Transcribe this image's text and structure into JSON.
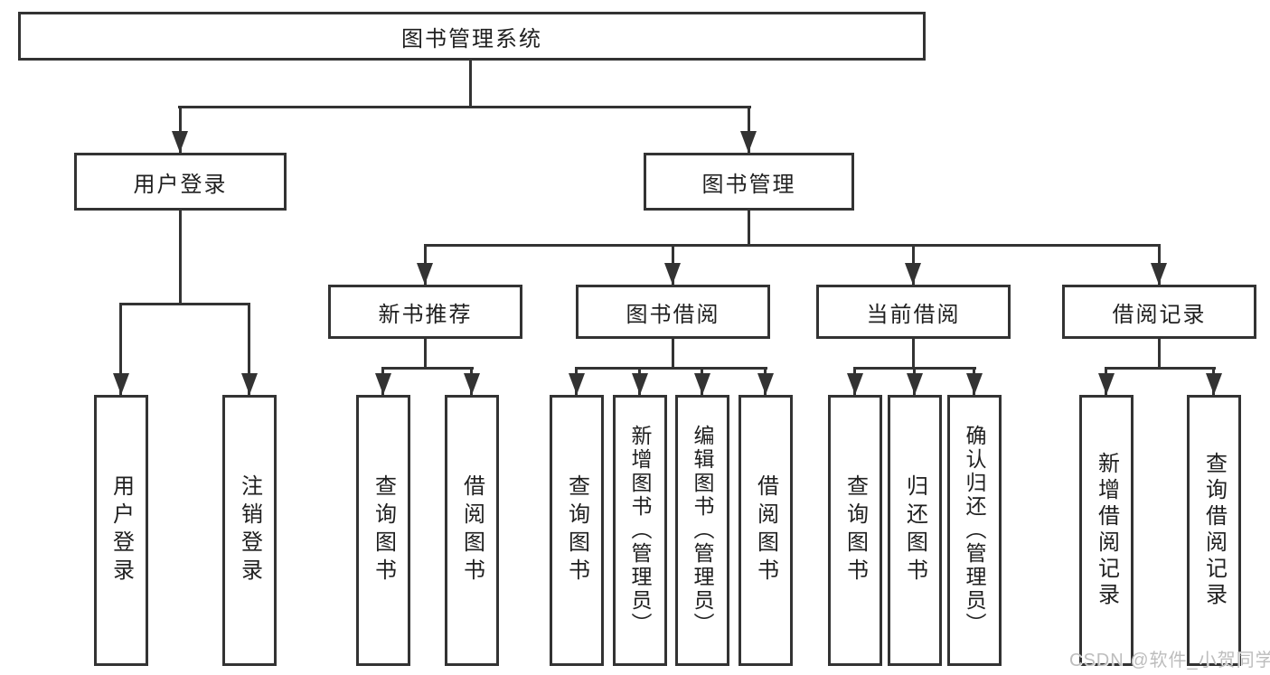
{
  "diagram": {
    "root": {
      "label": "图书管理系统"
    },
    "level2": [
      {
        "label": "用户登录",
        "children": [
          {
            "label": "用户登录"
          },
          {
            "label": "注销登录"
          }
        ]
      },
      {
        "label": "图书管理",
        "children": [
          {
            "label": "新书推荐",
            "children": [
              {
                "label": "查询图书"
              },
              {
                "label": "借阅图书"
              }
            ]
          },
          {
            "label": "图书借阅",
            "children": [
              {
                "label": "查询图书"
              },
              {
                "label": "新增图书（管理员）"
              },
              {
                "label": "编辑图书（管理员）"
              },
              {
                "label": "借阅图书"
              }
            ]
          },
          {
            "label": "当前借阅",
            "children": [
              {
                "label": "查询图书"
              },
              {
                "label": "归还图书"
              },
              {
                "label": "确认归还（管理员）"
              }
            ]
          },
          {
            "label": "借阅记录",
            "children": [
              {
                "label": "新增借阅记录"
              },
              {
                "label": "查询借阅记录"
              }
            ]
          }
        ]
      }
    ]
  },
  "watermark": {
    "text": "CSDN @软件_小贺同学"
  },
  "colors": {
    "line": "#333333",
    "border": "#333333",
    "text": "#1f1f1f",
    "background": "#ffffff",
    "watermark": "#bdbdbd"
  }
}
